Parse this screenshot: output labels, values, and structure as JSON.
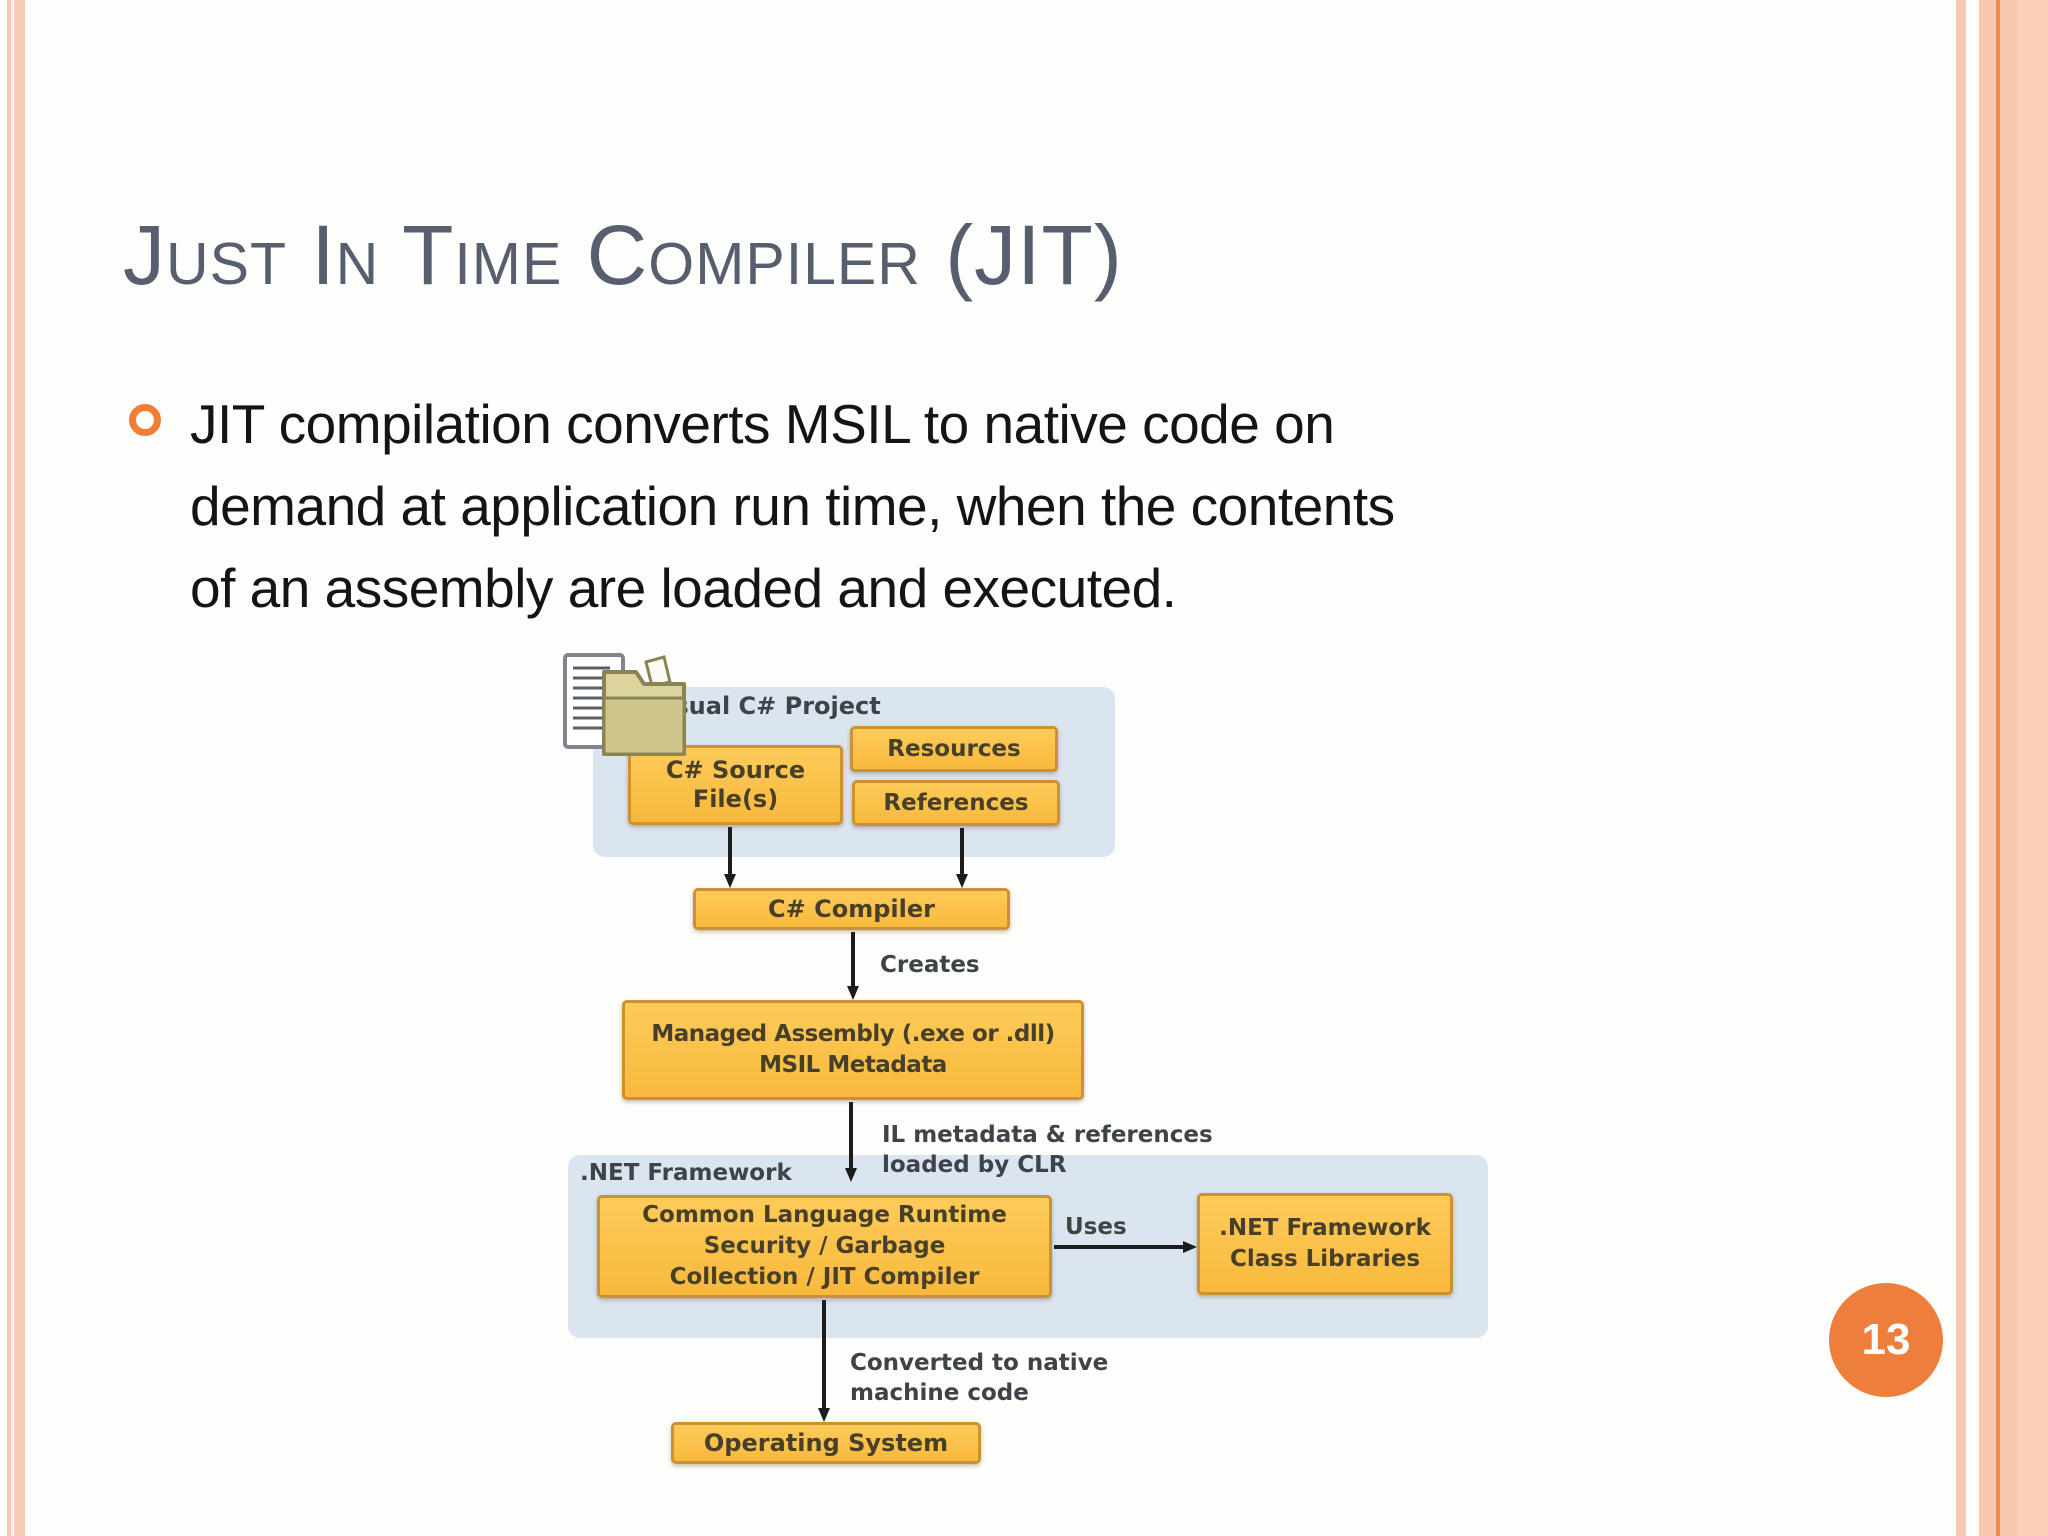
{
  "title": "Just In Time Compiler (JIT)",
  "bullet": {
    "lines": [
      "JIT compilation converts MSIL to native code on",
      "demand at application run time, when the contents",
      "of an assembly are loaded and executed."
    ]
  },
  "diagram": {
    "project_group": {
      "label": "Visual C# Project",
      "source_box": [
        "C# Source",
        "File(s)"
      ],
      "resources_box": "Resources",
      "references_box": "References"
    },
    "compiler_box": "C# Compiler",
    "creates_label": "Creates",
    "assembly_box": [
      "Managed Assembly (.exe or .dll)",
      "MSIL Metadata"
    ],
    "il_label": [
      "IL metadata & references",
      "loaded by CLR"
    ],
    "net_group": {
      "label": ".NET Framework",
      "clr_box": [
        "Common Language Runtime",
        "Security / Garbage",
        "Collection / JIT Compiler"
      ],
      "uses_label": "Uses",
      "fcl_box": [
        ".NET Framework",
        "Class Libraries"
      ]
    },
    "converted_label": [
      "Converted to native",
      "machine code"
    ],
    "os_box": "Operating System"
  },
  "page": {
    "number": "13"
  },
  "colors": {
    "accent_orange": "#ee7e3b",
    "bullet_ring": "#ee7f35",
    "box_fill_top": "#fdcb5a",
    "box_fill_bottom": "#f8b93c",
    "box_border": "#cb9133",
    "group_background": "#dbe5f0",
    "title_gray": "#575e6e",
    "stripe_salmon": "#f8cbb4",
    "stripe_orange_line": "#ed8c4e",
    "arrow_black": "#1c1c1c"
  }
}
